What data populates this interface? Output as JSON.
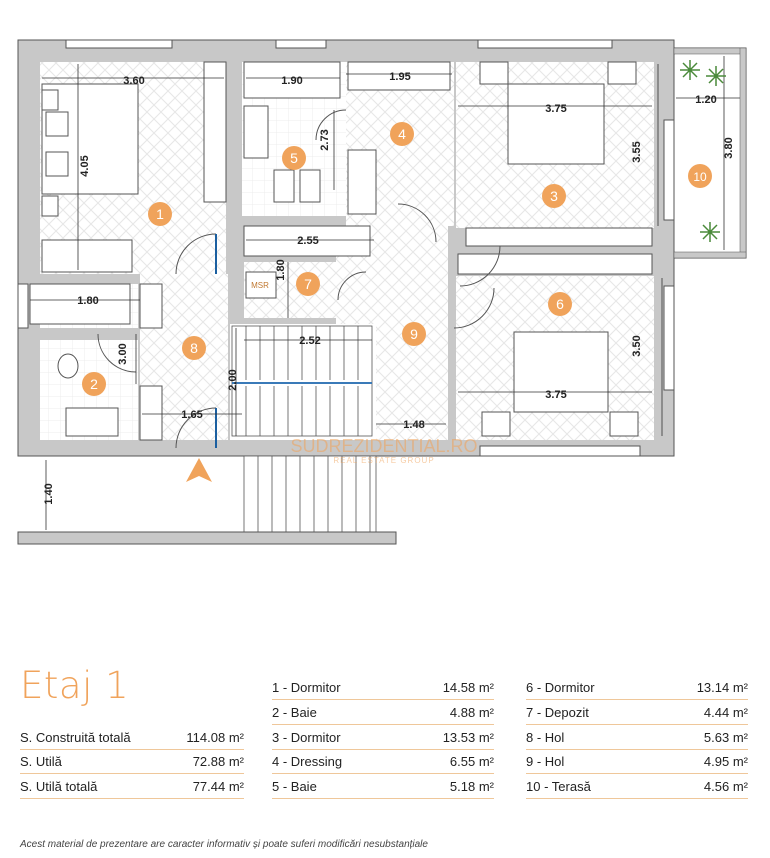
{
  "plan": {
    "dimensions": [
      "3.60",
      "1.90",
      "1.95",
      "3.75",
      "1.20",
      "4.05",
      "2.73",
      "3.55",
      "3.80",
      "2.55",
      "1.80",
      "1.80",
      "3.00",
      "2.52",
      "3.50",
      "2.00",
      "1.65",
      "1.48",
      "3.75",
      "1.40"
    ],
    "room_numbers": [
      "1",
      "2",
      "3",
      "4",
      "5",
      "6",
      "7",
      "8",
      "9",
      "10"
    ],
    "msr_label": "MSR",
    "watermark": {
      "brand": "SUDREZIDENTIAL.RO",
      "tagline": "REAL ESTATE GROUP"
    },
    "colors": {
      "wall": "#c8c8c8",
      "wall_stroke": "#555555",
      "accent": "#f0a35b",
      "floor": "#ffffff"
    }
  },
  "legend": {
    "title": "Etaj 1",
    "summary": [
      {
        "label": "S. Construită totală",
        "value": "114.08 m²"
      },
      {
        "label": "S. Utilă",
        "value": "72.88 m²"
      },
      {
        "label": "S. Utilă totală",
        "value": "77.44 m²"
      }
    ],
    "rooms_col1": [
      {
        "label": "1 - Dormitor",
        "value": "14.58 m²"
      },
      {
        "label": "2 - Baie",
        "value": "4.88 m²"
      },
      {
        "label": "3 - Dormitor",
        "value": "13.53 m²"
      },
      {
        "label": "4 - Dressing",
        "value": "6.55 m²"
      },
      {
        "label": "5 - Baie",
        "value": "5.18 m²"
      }
    ],
    "rooms_col2": [
      {
        "label": "6 - Dormitor",
        "value": "13.14 m²"
      },
      {
        "label": "7 - Depozit",
        "value": "4.44 m²"
      },
      {
        "label": "8 - Hol",
        "value": "5.63 m²"
      },
      {
        "label": "9 - Hol",
        "value": "4.95 m²"
      },
      {
        "label": "10 - Terasă",
        "value": "4.56 m²"
      }
    ],
    "disclaimer": "Acest material de prezentare are caracter informativ și poate suferi modificări nesubstanțiale"
  }
}
